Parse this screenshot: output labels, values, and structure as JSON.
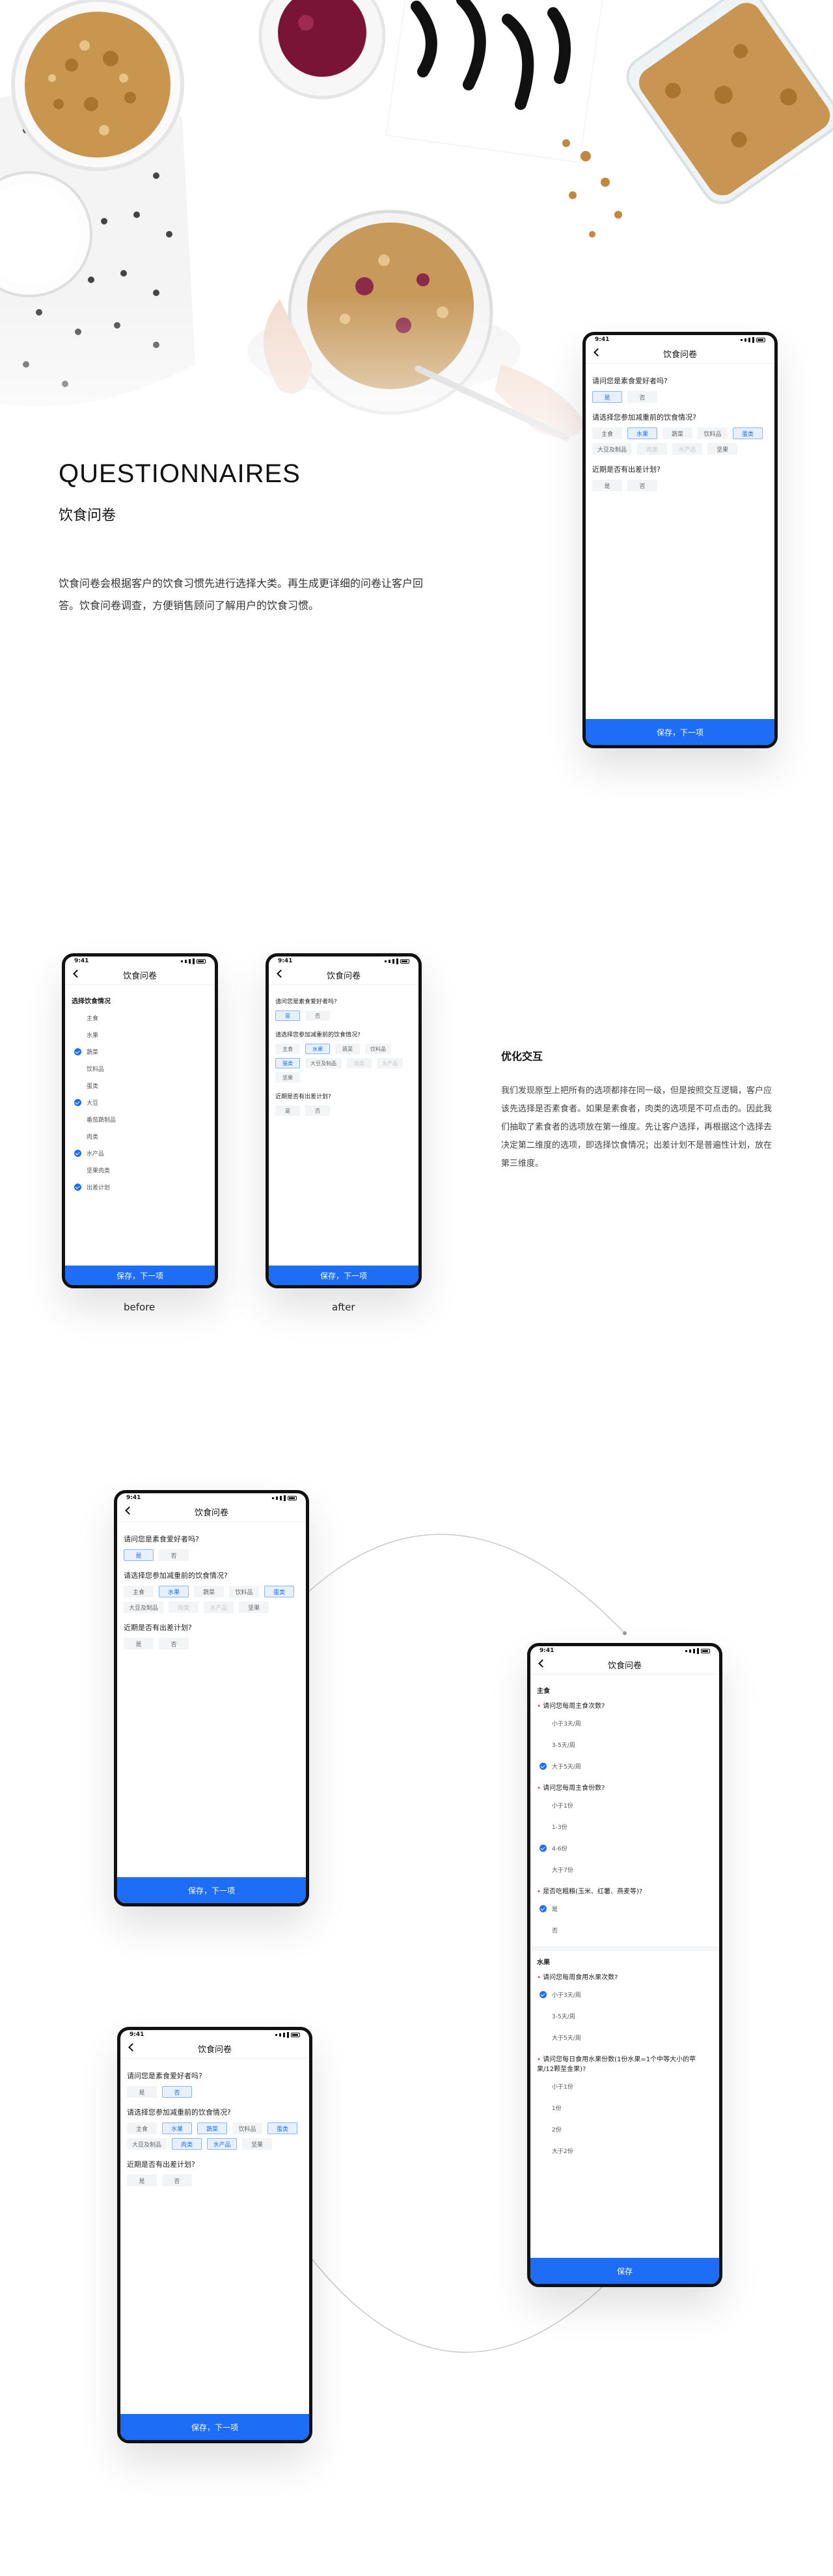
{
  "hero": {
    "title": "QUESTIONNAIRES",
    "subtitle": "饮食问卷",
    "description": "饮食问卷会根据客户的饮食习惯先进行选择大类。再生成更详细的问卷让客户回答。饮食问卷调查，方便销售顾问了解用户的饮食习惯。"
  },
  "status_time": "9:41",
  "screen_title": "饮食问卷",
  "form": {
    "q1": "请问您是素食爱好者吗?",
    "q1_options": [
      "是",
      "否"
    ],
    "q2": "请选择您参加减重前的饮食情况?",
    "q2_options": [
      "主食",
      "水果",
      "蔬菜",
      "饮料品",
      "蛋类",
      "大豆及制品",
      "肉类",
      "水产品",
      "坚果"
    ],
    "q3": "近期是否有出差计划?",
    "q3_options": [
      "是",
      "否"
    ],
    "submit": "保存，下一项"
  },
  "before_list": {
    "section": "选择饮食情况",
    "items": [
      "主食",
      "水果",
      "蔬菜",
      "饮料品",
      "蛋类",
      "大豆",
      "番茄蔬制品",
      "肉类",
      "水产品",
      "坚果肉类",
      "出差计划"
    ],
    "checked": [
      false,
      false,
      true,
      false,
      false,
      true,
      false,
      false,
      true,
      false,
      true
    ]
  },
  "compare": {
    "before": "before",
    "after": "after",
    "title": "优化交互",
    "description": "我们发现原型上把所有的选项都排在同一级，但是按照交互逻辑，客户应该先选择是否素食者。如果是素食者，肉类的选项是不可点击的。因此我们抽取了素食者的选项放在第一维度。先让客户选择，再根据这个选择去决定第二维度的选项，即选择饮食情况；出差计划不是普遍性计划，放在第三维度。"
  },
  "detail": {
    "save": "保存",
    "section1": "主食",
    "s1_q1": "请问您每周主食次数?",
    "s1_q1_opts": [
      "小于3天/周",
      "3-5天/周",
      "大于5天/周"
    ],
    "s1_q1_sel": 2,
    "s1_q2": "请问您每周主食份数?",
    "s1_q2_opts": [
      "小于1份",
      "1-3份",
      "4-6份",
      "大于7份"
    ],
    "s1_q2_sel": 2,
    "s1_q3": "是否吃粗粮(玉米、红薯、燕麦等)?",
    "s1_q3_opts": [
      "是",
      "否"
    ],
    "s1_q3_sel": 0,
    "section2": "水果",
    "s2_q1": "请问您每周食用水果次数?",
    "s2_q1_opts": [
      "小于3天/周",
      "3-5天/周",
      "大于5天/周"
    ],
    "s2_q1_sel": 0,
    "s2_q2": "请问您每日食用水果份数(1份水果=1个中等大小的苹果/12颗至金果)?",
    "s2_q2_opts": [
      "小于1份",
      "1份",
      "2份",
      "大于2份"
    ],
    "s2_q2_sel": -1
  },
  "colors": {
    "accent": "#1e6df6",
    "selected_bg": "#e6f0ff"
  }
}
